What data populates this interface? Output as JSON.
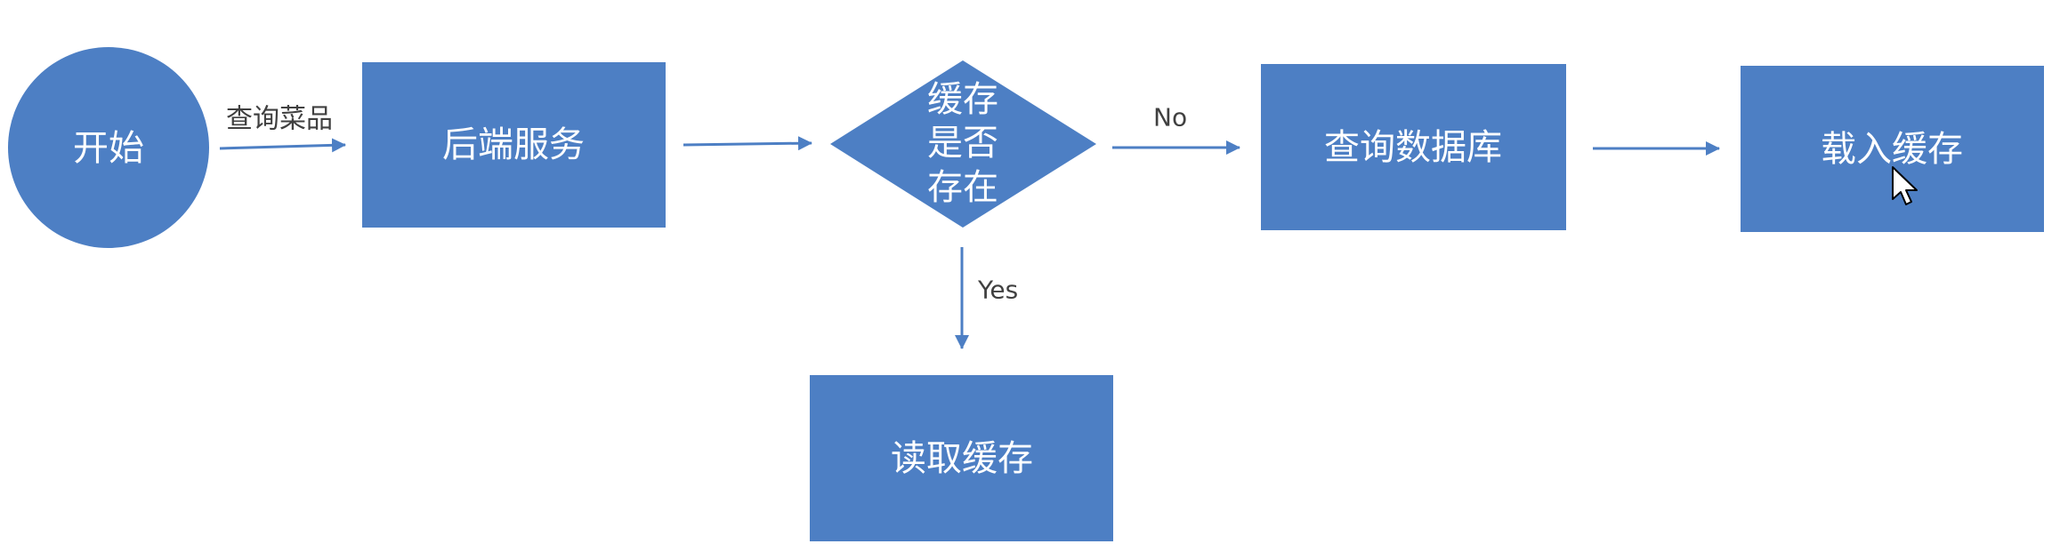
{
  "colors": {
    "node_fill": "#4d7fc4",
    "arrow": "#4d7fc4",
    "node_text": "#ffffff",
    "label_text": "#404040",
    "background": "#ffffff"
  },
  "nodes": {
    "start": {
      "label": "开始",
      "shape": "circle"
    },
    "backend": {
      "label": "后端服务",
      "shape": "rectangle"
    },
    "decision": {
      "lines": [
        "缓存",
        "是否",
        "存在"
      ],
      "shape": "diamond"
    },
    "query_db": {
      "label": "查询数据库",
      "shape": "rectangle"
    },
    "load_cache": {
      "label": "载入缓存",
      "shape": "rectangle"
    },
    "read_cache": {
      "label": "读取缓存",
      "shape": "rectangle"
    }
  },
  "edges": {
    "start_to_backend": {
      "from": "start",
      "to": "backend",
      "label": "查询菜品"
    },
    "backend_to_decision": {
      "from": "backend",
      "to": "decision",
      "label": ""
    },
    "decision_to_query": {
      "from": "decision",
      "to": "query_db",
      "label": "No"
    },
    "query_to_load": {
      "from": "query_db",
      "to": "load_cache",
      "label": ""
    },
    "decision_to_read": {
      "from": "decision",
      "to": "read_cache",
      "label": "Yes"
    }
  },
  "cursor": {
    "icon": "mouse-pointer-icon"
  }
}
